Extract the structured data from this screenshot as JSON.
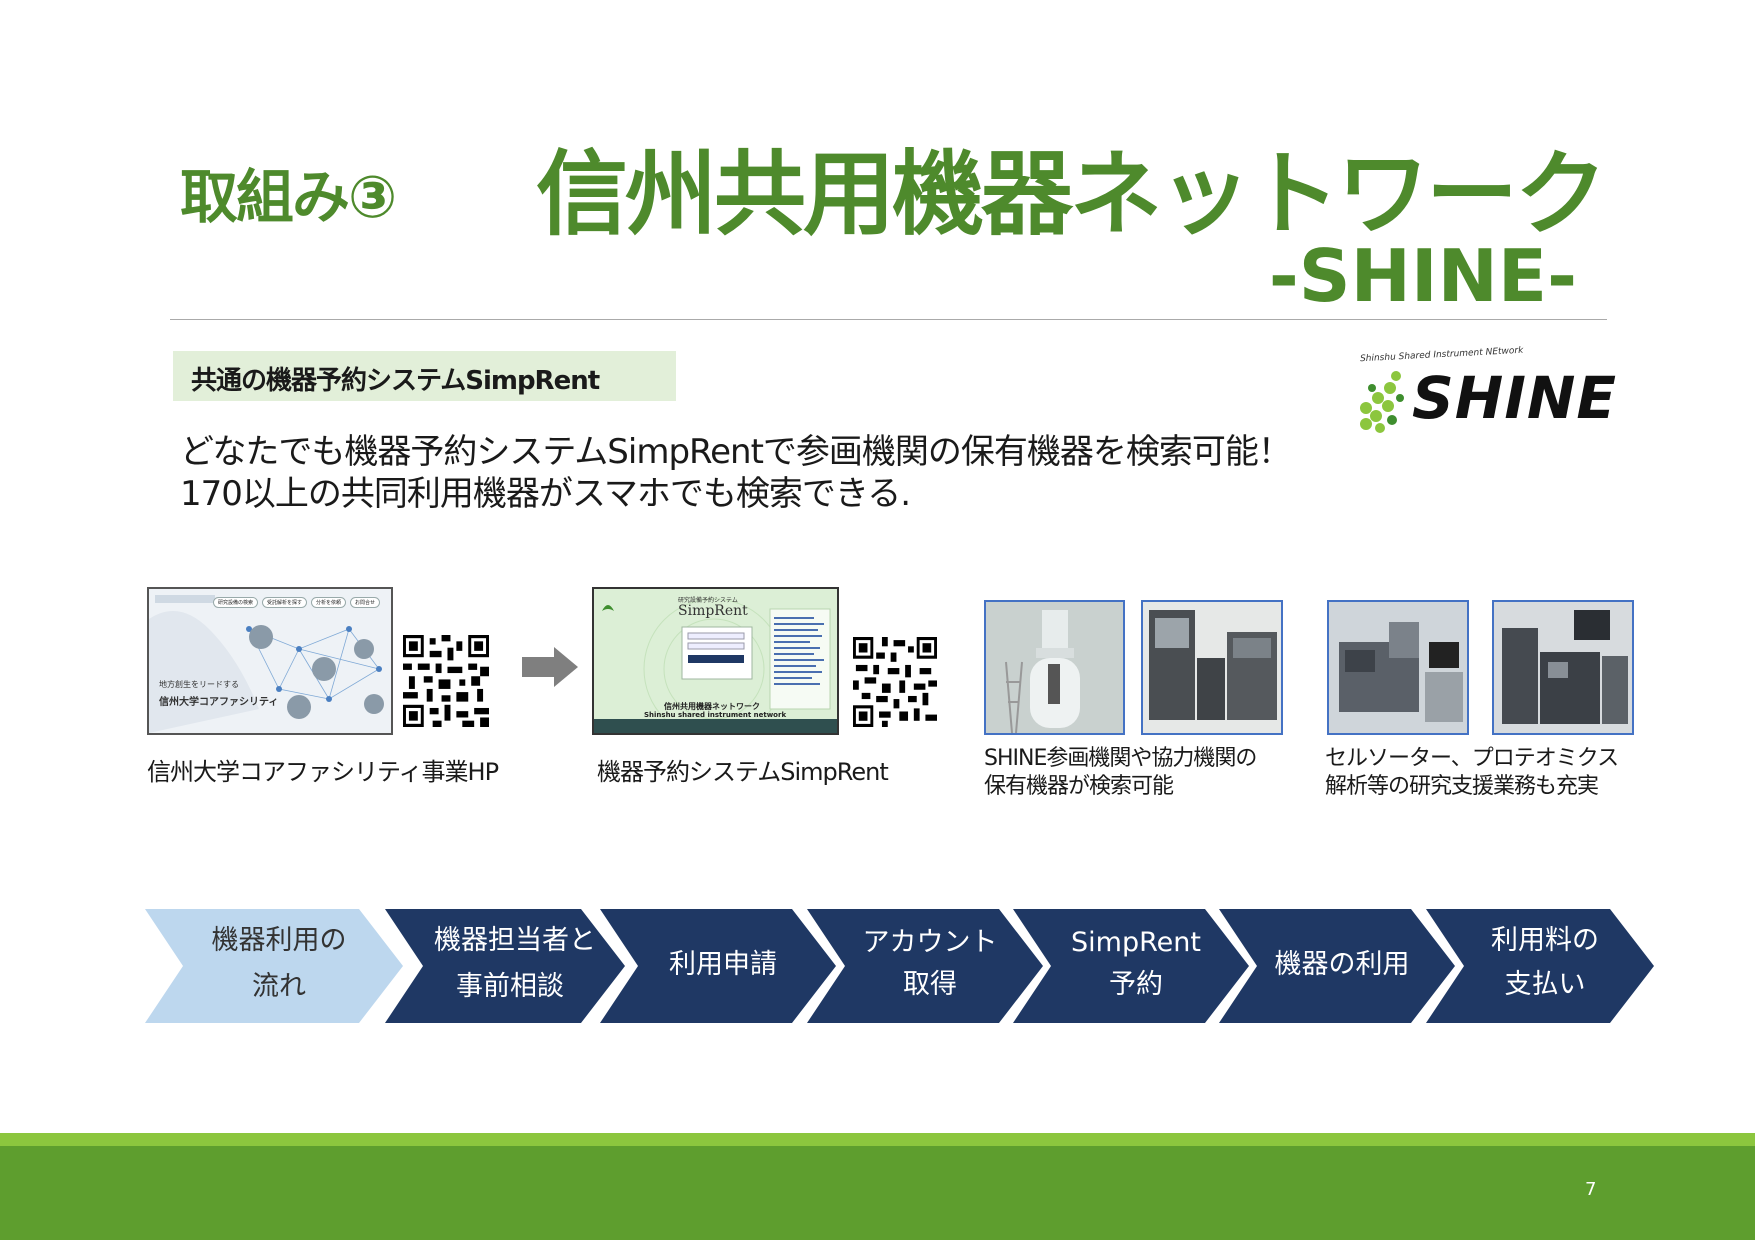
{
  "slide": {
    "label": "取組み③",
    "title": "信州共用機器ネットワーク",
    "subtitle": "-SHINE-",
    "section_tag": "共通の機器予約システムSimpRent",
    "description_line1": "どなたでも機器予約システムSimpRentで参画機関の保有機器を検索可能！",
    "description_line2": "170以上の共同利用機器がスマホでも検索できる."
  },
  "logo": {
    "tagline": "Shinshu Shared Instrument NEtwork",
    "word": "SHINE"
  },
  "screens": {
    "hp": {
      "nav": [
        "研究設備の検索",
        "受託解析を探す",
        "分析を依頼",
        "お問合せ"
      ],
      "tagline": "地方創生をリードする",
      "name": "信州大学コアファシリティ",
      "caption": "信州大学コアファシリティ事業HP"
    },
    "simprent": {
      "system_name": "研究設備予約システム",
      "brand": "SimpRent",
      "network_jp": "信州共用機器ネットワーク",
      "network_en": "Shinshu shared instrument network",
      "caption": "機器予約システムSimpRent"
    }
  },
  "photos": {
    "caption_left_line1": "SHINE参画機関や協力機関の",
    "caption_left_line2": "保有機器が検索可能",
    "caption_right_line1": "セルソーター、プロテオミクス",
    "caption_right_line2": "解析等の研究支援業務も充実"
  },
  "flow": {
    "steps": [
      {
        "line1": "機器利用の",
        "line2": "流れ"
      },
      {
        "line1": "機器担当者と",
        "line2": "事前相談"
      },
      {
        "line1": "利用申請",
        "line2": ""
      },
      {
        "line1": "アカウント",
        "line2": "取得"
      },
      {
        "line1": "SimpRent",
        "line2": "予約"
      },
      {
        "line1": "機器の利用",
        "line2": ""
      },
      {
        "line1": "利用料の",
        "line2": "支払い"
      }
    ],
    "colors": {
      "first": "#bdd7ee",
      "rest": "#1f3864",
      "first_text": "#333333",
      "rest_text": "#ffffff"
    }
  },
  "colors": {
    "title_green": "#4e8a2c",
    "tag_bg": "#e2efd9",
    "footer_green": "#5e9e2e",
    "footer_light": "#8cc63e"
  },
  "footer": {
    "page_number": "7"
  }
}
